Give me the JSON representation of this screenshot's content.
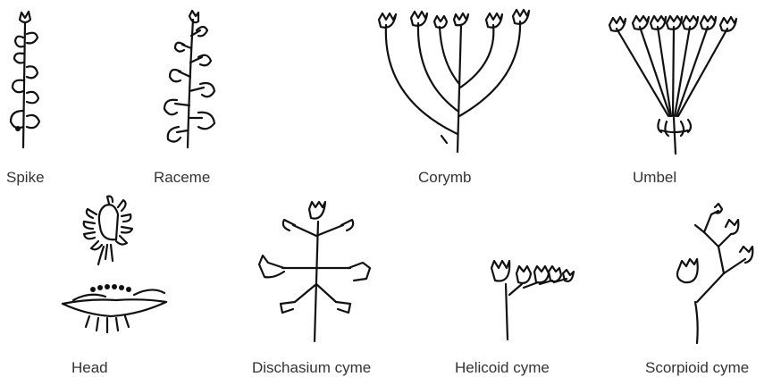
{
  "figure": {
    "line_color": "#111111",
    "label_color": "#333333",
    "background": "#ffffff"
  },
  "inflorescences": [
    {
      "id": "spike",
      "label": "Spike",
      "icon": "spike-inflorescence-icon"
    },
    {
      "id": "raceme",
      "label": "Raceme",
      "icon": "raceme-inflorescence-icon"
    },
    {
      "id": "corymb",
      "label": "Corymb",
      "icon": "corymb-inflorescence-icon"
    },
    {
      "id": "umbel",
      "label": "Umbel",
      "icon": "umbel-inflorescence-icon"
    },
    {
      "id": "head",
      "label": "Head",
      "icon": "head-inflorescence-icon"
    },
    {
      "id": "dischasium-cyme",
      "label": "Dischasium cyme",
      "icon": "dischasium-cyme-icon"
    },
    {
      "id": "helicoid-cyme",
      "label": "Helicoid cyme",
      "icon": "helicoid-cyme-icon"
    },
    {
      "id": "scorpioid-cyme",
      "label": "Scorpioid cyme",
      "icon": "scorpioid-cyme-icon"
    }
  ]
}
